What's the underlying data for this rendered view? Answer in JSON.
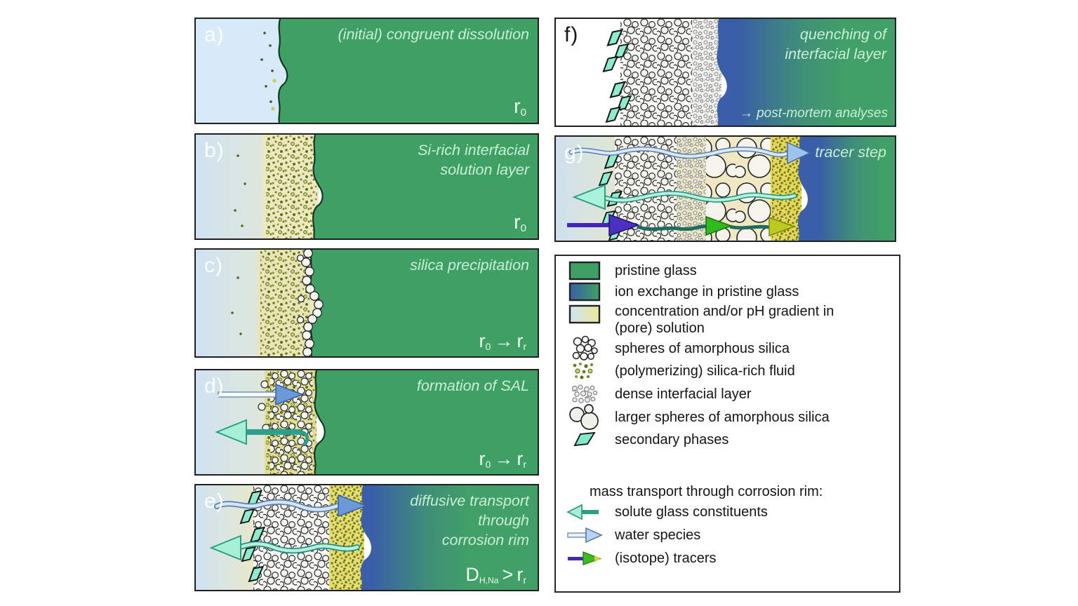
{
  "figure": {
    "panels": {
      "a": {
        "label": "a)",
        "title": "(initial) congruent dissolution"
      },
      "b": {
        "label": "b)",
        "title": "Si-rich interfacial\nsolution layer"
      },
      "c": {
        "label": "c)",
        "title": "silica precipitation"
      },
      "d": {
        "label": "d)",
        "title": "formation of SAL"
      },
      "e": {
        "label": "e)",
        "title": "diffusive transport\nthrough\ncorrosion rim"
      },
      "f": {
        "label": "f)",
        "title": "quenching of\ninterfacial layer",
        "note": "→ post-mortem analyses"
      },
      "g": {
        "label": "g)",
        "title": "tracer step"
      }
    },
    "symbols": {
      "r": "r",
      "sub_zero": "0",
      "sub_r": "r",
      "arrow": "→",
      "D": "D",
      "sub_HNa": "H,Na",
      "gt": ">"
    },
    "legend": {
      "items": [
        {
          "icon": "pristine-glass-swatch",
          "label": "pristine glass"
        },
        {
          "icon": "ion-exchange-swatch",
          "label": "ion exchange in pristine glass"
        },
        {
          "icon": "pore-gradient-swatch",
          "label": "concentration and/or pH gradient in\n(pore) solution"
        },
        {
          "icon": "amorphous-silica-spheres",
          "label": "spheres of amorphous silica"
        },
        {
          "icon": "silica-rich-fluid",
          "label": "(polymerizing) silica-rich fluid"
        },
        {
          "icon": "dense-interfacial-layer",
          "label": "dense interfacial layer"
        },
        {
          "icon": "larger-silica-spheres",
          "label": "larger spheres of amorphous silica"
        },
        {
          "icon": "secondary-phases",
          "label": "secondary phases"
        }
      ],
      "transport_heading": "mass transport through corrosion rim:",
      "transport": [
        {
          "icon": "solute-arrow",
          "label": "solute glass constituents"
        },
        {
          "icon": "water-arrow",
          "label": "water species"
        },
        {
          "icon": "tracer-arrow",
          "label": "(isotope) tracers"
        }
      ]
    },
    "colors": {
      "pristine_glass_green": "#3fa065",
      "ion_exchange_blue": "#3a5ea7",
      "solution_light_blue": "#d6eaf7",
      "pore_solution_yellow": "#e6dc74",
      "silica_fluid_olive": "#6e7d1f",
      "secondary_phase_teal": "#8deccd",
      "water_arrow_blue": "#b4d4f2",
      "solute_arrow_teal": "#a5f0d6",
      "tracer_purple": "#4326b8",
      "tracer_green": "#3dbb22",
      "panel_title_text": "#c9eed5"
    }
  }
}
